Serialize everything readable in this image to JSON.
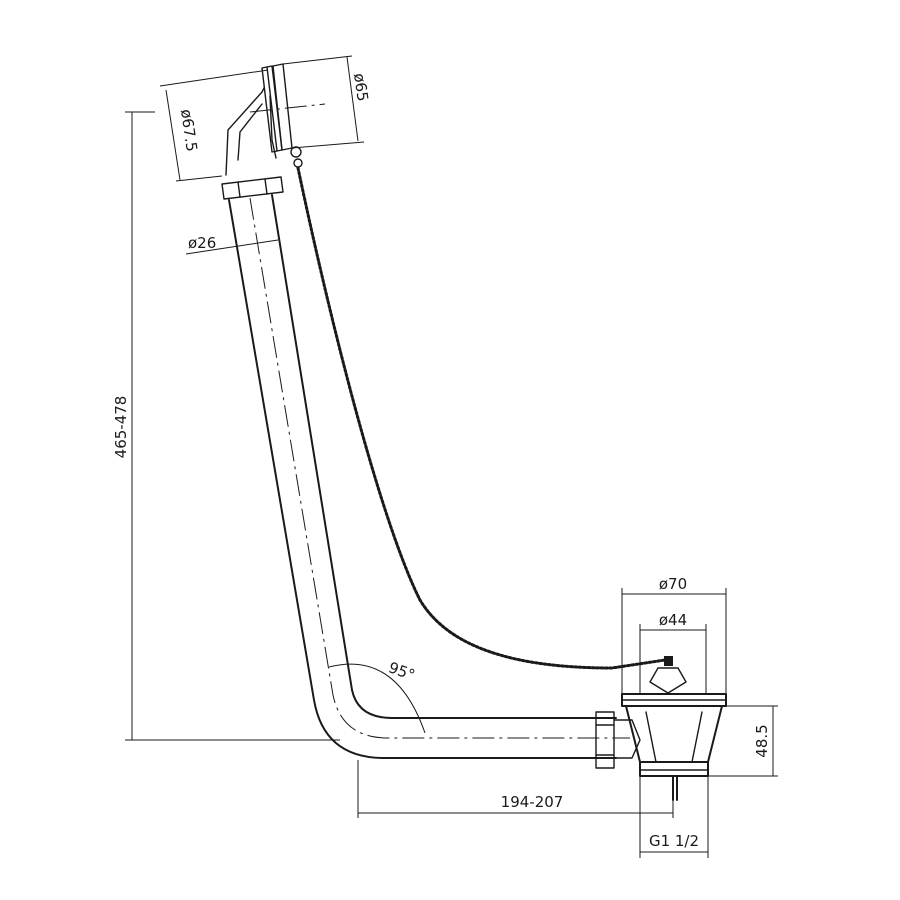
{
  "dimensions": {
    "top_outer_diameter": "ø67.5",
    "top_inner_diameter": "ø65",
    "pipe_diameter": "ø26",
    "overall_height": "465-478",
    "bend_angle": "95°",
    "waste_outer_diameter": "ø70",
    "waste_inner_diameter": "ø44",
    "waste_height": "48.5",
    "horizontal_length": "194-207",
    "thread_size": "G1 1/2"
  }
}
